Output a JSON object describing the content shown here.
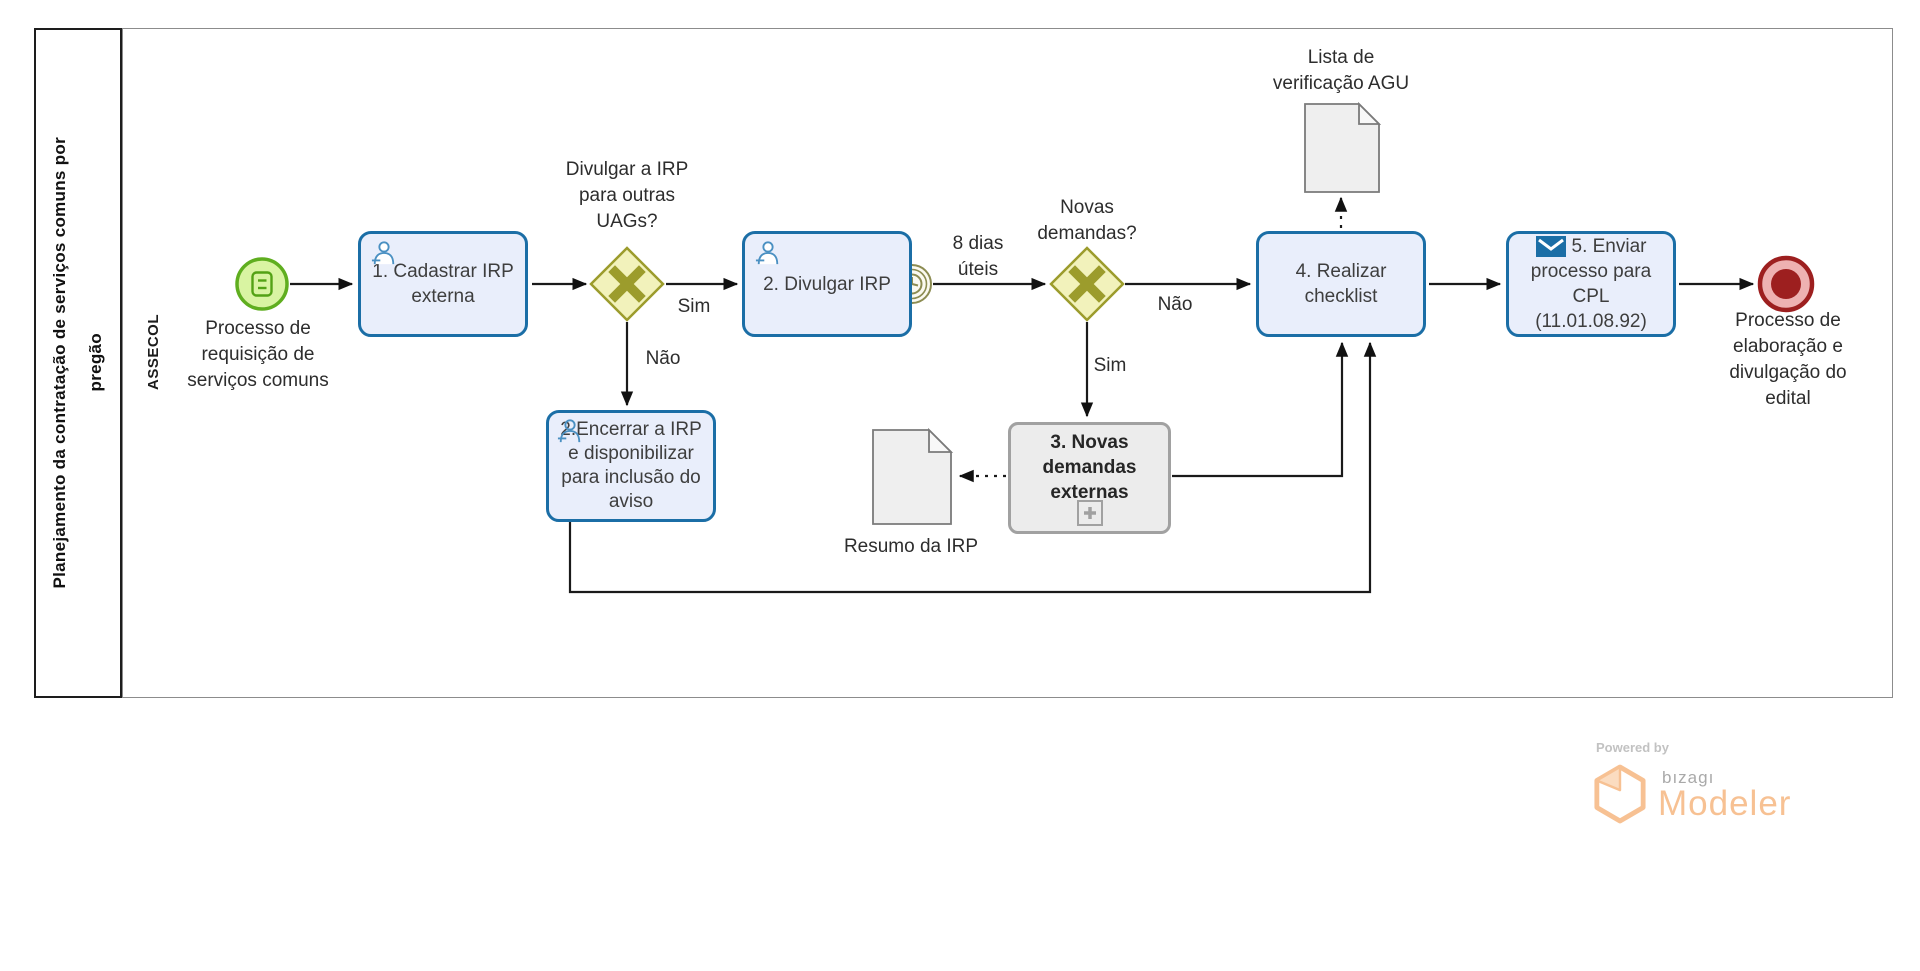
{
  "pool": {
    "title": "Planejamento da contratação de serviços comuns por\npregão",
    "lane": "ASSECOL"
  },
  "nodes": {
    "start": {
      "type": "start-event",
      "label": "Processo de\nrequisição de\nserviços comuns"
    },
    "task1": {
      "type": "user-task",
      "label": "1. Cadastrar IRP\nexterna"
    },
    "gateway1": {
      "type": "exclusive-gateway",
      "label": "Divulgar a IRP\npara outras\nUAGs?"
    },
    "task2": {
      "type": "user-task",
      "label": "2. Divulgar IRP"
    },
    "gateway2": {
      "type": "exclusive-gateway",
      "label": "Novas\ndemandas?"
    },
    "task4": {
      "type": "task",
      "label": "4. Realizar\nchecklist"
    },
    "task5": {
      "type": "send-task",
      "label_line1": "5. Enviar",
      "label_rest": "processo para\nCPL\n(11.01.08.92)"
    },
    "end": {
      "type": "end-event",
      "label": "Processo de\nelaboração e\ndivulgação do\nedital"
    },
    "task_encerrar": {
      "type": "user-task",
      "label": "2.Encerrar a IRP\ne disponibilizar\npara inclusão do\naviso"
    },
    "subprocess3": {
      "type": "collapsed-subprocess",
      "label": "3. Novas\ndemandas\nexternas"
    },
    "doc_agu": {
      "type": "data-object",
      "label": "Lista de\nverificação AGU"
    },
    "doc_resumo": {
      "type": "data-object",
      "label": "Resumo da IRP"
    }
  },
  "edges": {
    "g1_yes": "Sim",
    "g1_no": "Não",
    "g2_yes": "Sim",
    "g2_no": "Não",
    "timer_duration": "8 dias\núteis"
  },
  "branding": {
    "powered_by": "Powered by",
    "brand": "bızagı",
    "product": "Modeler"
  },
  "colors": {
    "task_fill": "#e9eefb",
    "task_border": "#1b6ea6",
    "gateway_fill": "#f2f2bb",
    "gateway_border": "#9c9c2c",
    "start_fill": "#d9f4a2",
    "start_border": "#5fae1f",
    "end_fill": "#eeb1b1",
    "end_border": "#9d1f1f",
    "subprocess_border": "#a1a1a1",
    "doc_fill": "#efefef",
    "logo_orange": "#f7c193"
  }
}
